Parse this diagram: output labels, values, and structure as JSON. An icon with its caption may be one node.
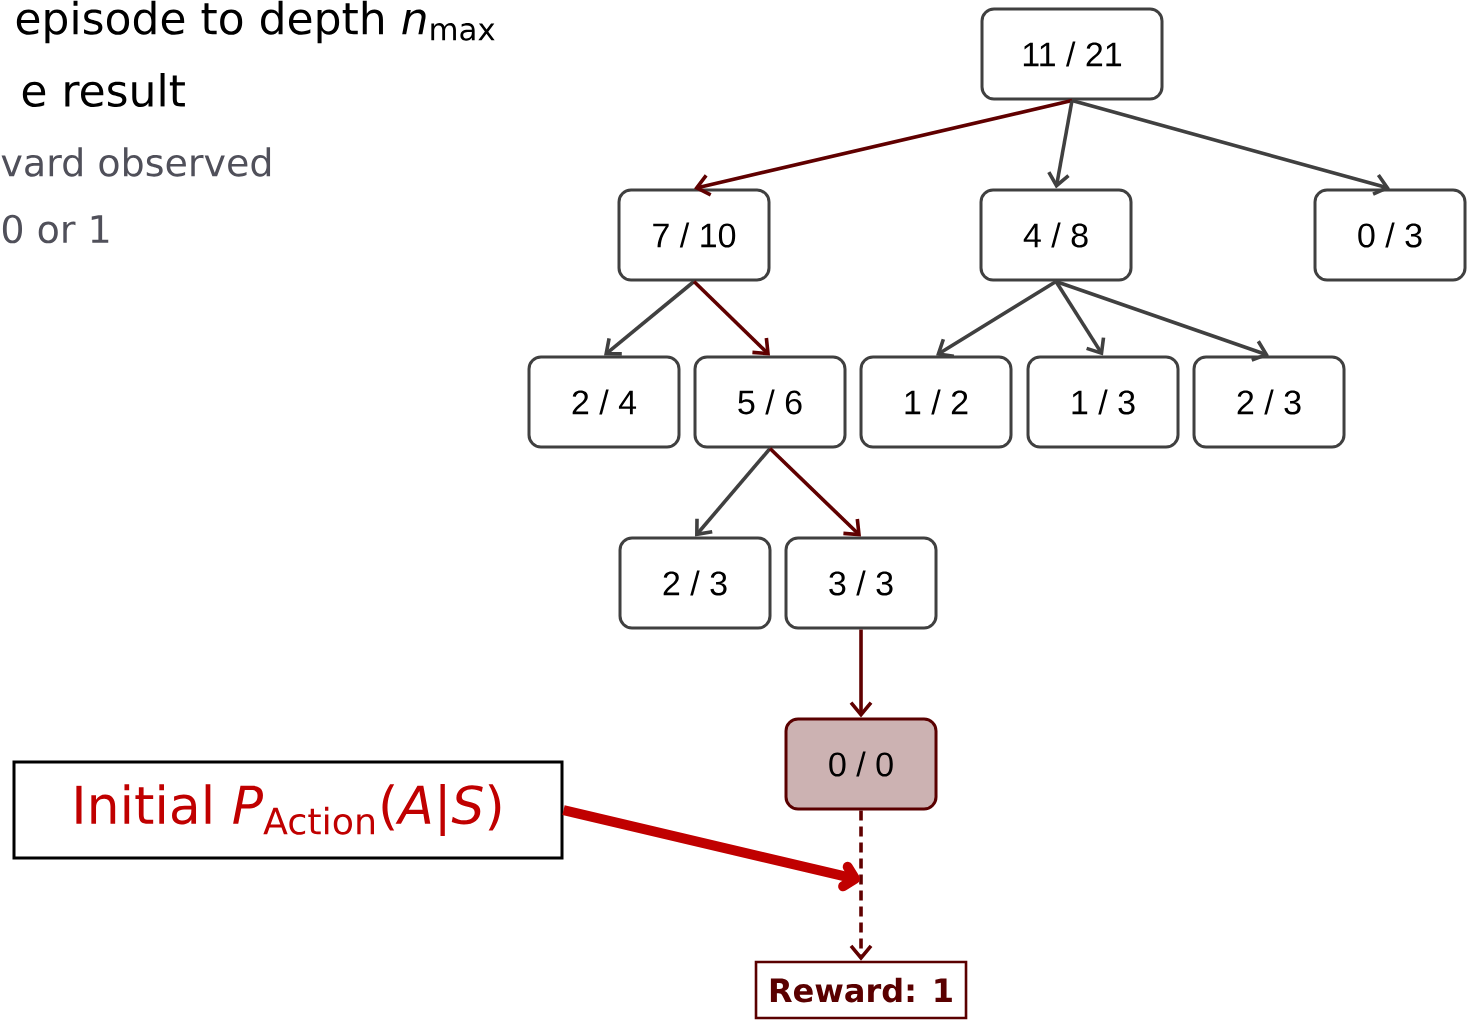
{
  "diagram": {
    "nodes": [
      {
        "text": [
          "11 / 21"
        ]
      },
      {
        "text": [
          "7 / 10"
        ]
      },
      {
        "text": [
          "4 / 8"
        ]
      },
      {
        "text": [
          "0 / 3"
        ]
      },
      {
        "text": [
          "2 / 4"
        ]
      },
      {
        "text": [
          "5 / 6"
        ]
      },
      {
        "text": [
          "1 / 2"
        ]
      },
      {
        "text": [
          "1 / 3"
        ]
      },
      {
        "text": [
          "2 / 3"
        ]
      },
      {
        "text": [
          "2 / 3"
        ]
      },
      {
        "text": [
          "3 / 3"
        ]
      },
      {
        "text": [
          "0 / 0"
        ]
      },
      {
        "text": [
          "Reward: 1"
        ]
      },
      {
        "text": [
          "Initial *P*$_{Action}$(*A*|*S*)"
        ]
      }
    ],
    "edges": [
      {
        "from": 0,
        "to": 1,
        "arrow": "to",
        "color": "#600000"
      },
      {
        "from": 0,
        "to": 2,
        "arrow": "to"
      },
      {
        "from": 0,
        "to": 3,
        "arrow": "to"
      },
      {
        "from": 1,
        "to": 4,
        "arrow": "to"
      },
      {
        "from": 1,
        "to": 5,
        "arrow": "to",
        "color": "#600000"
      },
      {
        "from": 2,
        "to": 6,
        "arrow": "to"
      },
      {
        "from": 2,
        "to": 7,
        "arrow": "to"
      },
      {
        "from": 2,
        "to": 8,
        "arrow": "to"
      },
      {
        "from": 5,
        "to": 9,
        "arrow": "to"
      },
      {
        "from": 5,
        "to": 10,
        "arrow": "to",
        "color": "#600000"
      },
      {
        "from": 10,
        "to": 11,
        "arrow": "to",
        "color": "#600000"
      },
      {
        "from": 11,
        "to": 12,
        "arrow": "to",
        "style": "dashed",
        "color": "#600000"
      },
      {
        "from": 13,
        "to": null,
        "arrow": "to",
        "style": "thick",
        "color": "#c00000"
      }
    ],
    "labels": [
      "episode to depth *n*$_{max}$",
      "e result",
      "vard observed",
      "0 or 1"
    ]
  }
}
